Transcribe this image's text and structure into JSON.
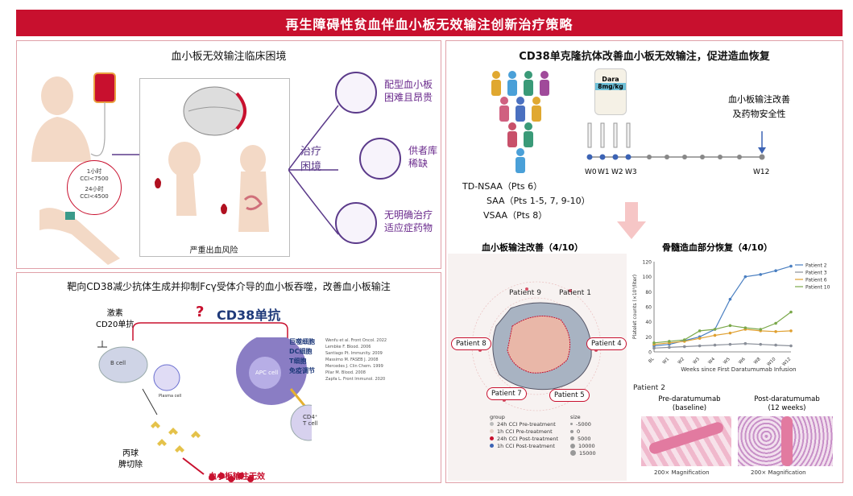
{
  "banner": {
    "title": "再生障碍性贫血伴血小板无效输注创新治疗策略"
  },
  "panel_tl": {
    "title": "血小板无效输注临床困境",
    "cci_1h_a": "1小时",
    "cci_1h_b": "CCI<7500",
    "cci_24h_a": "24小时",
    "cci_24h_b": "CCI<4500",
    "center_label_1": "治疗",
    "center_label_2": "困境",
    "item1_a": "配型血小板",
    "item1_b": "困难且昂贵",
    "item2_a": "供者库",
    "item2_b": "稀缺",
    "item3_a": "无明确治疗",
    "item3_b": "适应症药物",
    "bottom": "严重出血风险"
  },
  "panel_bl": {
    "title": "靶向CD38减少抗体生成并抑制Fcγ受体介导的血小板吞噬，改善血小板输注",
    "hormone": "激素",
    "cd20": "CD20单抗",
    "question": "?",
    "cd38": "CD38单抗",
    "bcell": "B cell",
    "plasma": "Plasma cell",
    "apc": "APC cell",
    "tcell_a": "CD4⁺",
    "tcell_b": "T cell",
    "roles": [
      "巨噬细胞",
      "DC细胞",
      "T细胞",
      "免疫调节"
    ],
    "refs": [
      "Wenfu et al. Front Oncol. 2022",
      "Lembke F. Blood. 2006",
      "Santiago Pt. Immunity. 2009",
      "Massimo M. FASEB J. 2008",
      "Mercedes J. Clin Chem. 1999",
      "Pilar M. Blood. 2008",
      "Zapfa L. Front Immunol. 2020"
    ],
    "ivig": "丙球",
    "splenectomy": "脾切除",
    "ineffective": "血小板输注无效"
  },
  "panel_r": {
    "title": "CD38单克隆抗体改善血小板无效输注，促进造血恢复",
    "drug": "Dara",
    "dose": "8mg/kg",
    "patients": [
      {
        "label": "TD-NSAA",
        "pts": "（Pts 6）"
      },
      {
        "label": "SAA",
        "pts": "（Pts 1-5, 7, 9-10）"
      },
      {
        "label": "VSAA",
        "pts": "（Pts 8）"
      }
    ],
    "timeline": [
      "W0",
      "W1",
      "W2",
      "W3",
      "W12"
    ],
    "outcome_a": "血小板输注改善",
    "outcome_b": "及药物安全性",
    "sub_left": "血小板输注改善（4/10）",
    "sub_right": "骨髓造血部分恢复（4/10）"
  },
  "radar": {
    "patients": [
      "Patient 9",
      "Patient 1",
      "Patient 8",
      "Patient 4",
      "Patient 7",
      "Patient 5"
    ],
    "legend_group_title": "group",
    "legend_size_title": "size",
    "groups": [
      "24h CCI Pre-treatment",
      "1h CCI Pre-treatment",
      "24h CCI Post-treatment",
      "1h CCI Post-treatment"
    ],
    "sizes": [
      "-5000",
      "0",
      "5000",
      "10000",
      "15000"
    ]
  },
  "chart_data": {
    "type": "line",
    "ylabel": "Platelet counts (×10⁹/liter)",
    "xlabel": "Weeks since First Daratumumab Infusion",
    "ylim": [
      0,
      120
    ],
    "yticks": [
      "0",
      "20",
      "40",
      "60",
      "80",
      "100",
      "120"
    ],
    "categories": [
      "BL",
      "W1",
      "W2",
      "W3",
      "W4",
      "W5",
      "W6",
      "W8",
      "W10",
      "W12"
    ],
    "series": [
      {
        "name": "Patient 2",
        "color": "#4a7fc1",
        "values": [
          8,
          10,
          15,
          20,
          30,
          70,
          100,
          103,
          108,
          114
        ]
      },
      {
        "name": "Patient 3",
        "color": "#8a8f99",
        "values": [
          5,
          6,
          7,
          8,
          9,
          10,
          11,
          10,
          9,
          8
        ]
      },
      {
        "name": "Patient 6",
        "color": "#e0a030",
        "values": [
          10,
          12,
          14,
          18,
          22,
          25,
          30,
          28,
          27,
          28
        ]
      },
      {
        "name": "Patient 10",
        "color": "#7aa84a",
        "values": [
          12,
          14,
          16,
          28,
          30,
          35,
          32,
          30,
          38,
          53
        ]
      }
    ]
  },
  "histology": {
    "patient": "Patient 2",
    "pre_a": "Pre-daratumumab",
    "pre_b": "(baseline)",
    "post_a": "Post-daratumumab",
    "post_b": "(12 weeks)",
    "mag_left": "200× Magnification",
    "mag_right": "200× Magnification"
  },
  "colors": {
    "accent": "#c8102e",
    "purple": "#5b3a8a",
    "panel_border": "#e0a0a8"
  }
}
